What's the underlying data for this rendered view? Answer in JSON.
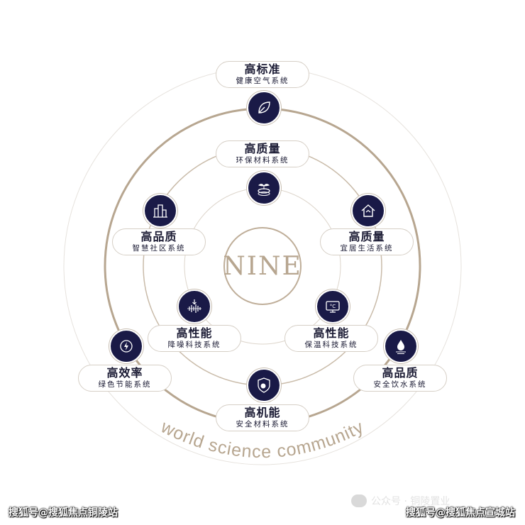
{
  "center": {
    "label": "NINE"
  },
  "tagline": "world science community",
  "colors": {
    "navy": "#1a1a47",
    "gold": "#b7a690"
  },
  "items": {
    "top": {
      "title": "高标准",
      "subtitle": "健康空气系统",
      "icon": "leaf-icon"
    },
    "inner_top": {
      "title": "高质量",
      "subtitle": "环保材料系统",
      "icon": "sprout-icon"
    },
    "left_upper": {
      "title": "高品质",
      "subtitle": "智慧社区系统",
      "icon": "buildings-icon"
    },
    "right_upper": {
      "title": "高质量",
      "subtitle": "宜居生活系统",
      "icon": "house-icon"
    },
    "left_inner": {
      "title": "高性能",
      "subtitle": "降噪科技系统",
      "icon": "soundwave-icon"
    },
    "right_inner": {
      "title": "高性能",
      "subtitle": "保温科技系统",
      "icon": "thermostat-icon"
    },
    "left_outer": {
      "title": "高效率",
      "subtitle": "绿色节能系统",
      "icon": "energy-icon"
    },
    "right_outer": {
      "title": "高品质",
      "subtitle": "安全饮水系统",
      "icon": "water-drop-icon"
    },
    "bottom": {
      "title": "高机能",
      "subtitle": "安全材料系统",
      "icon": "shield-icon"
    }
  },
  "watermarks": {
    "left": "搜狐号@搜狐焦点铜陵站",
    "right": "搜狐号@搜狐焦点宣城站",
    "faint": "公众号 · 铜陵置业"
  }
}
